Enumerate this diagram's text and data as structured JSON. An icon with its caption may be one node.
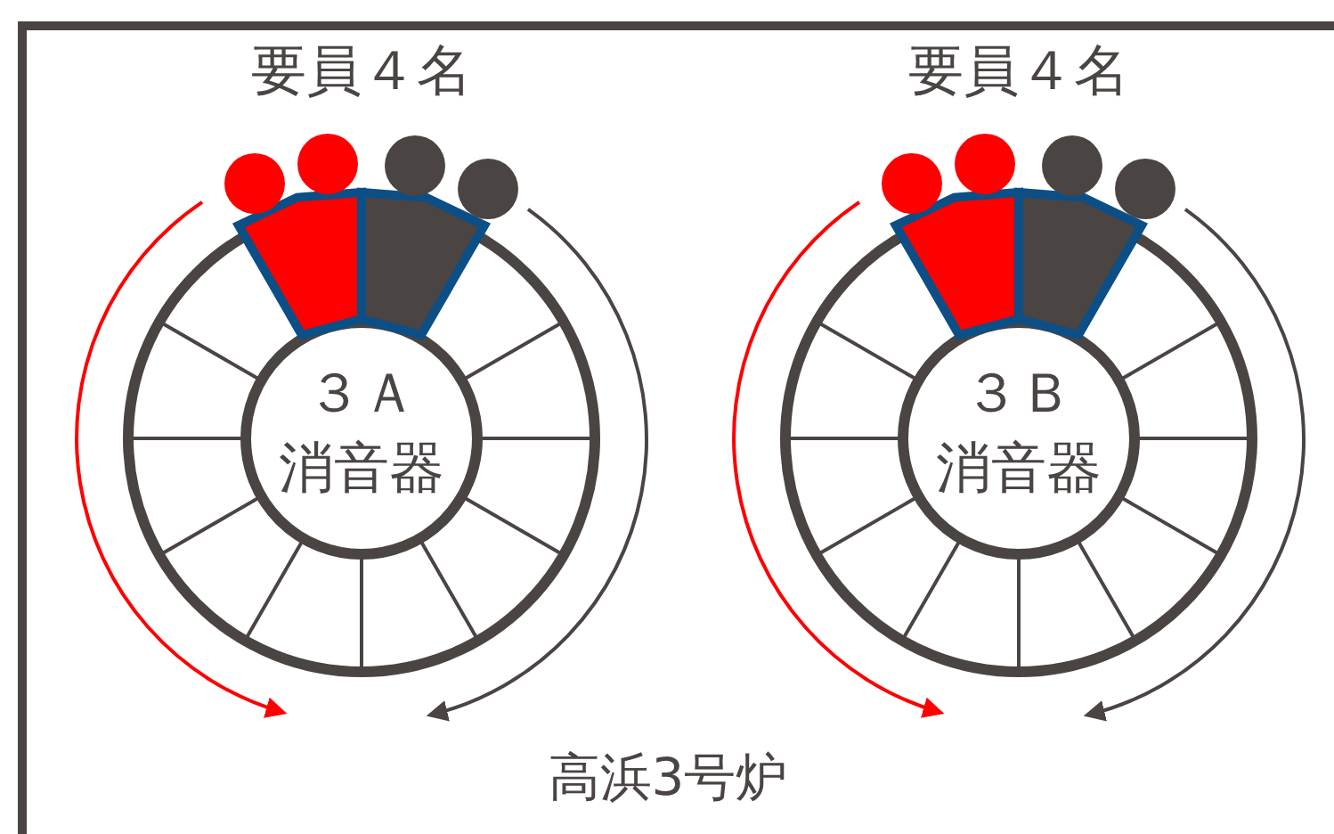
{
  "diagram": {
    "nodes": [
      {
        "text": [
          "高浜3号炉"
        ]
      },
      {
        "text": [
          "３Ａ",
          "消音器"
        ],
        "beside": [
          "要員４名"
        ],
        "in": 0
      },
      {
        "text": [
          "３Ｂ",
          "消音器"
        ],
        "beside": [
          "要員４名"
        ],
        "in": 0
      }
    ]
  }
}
